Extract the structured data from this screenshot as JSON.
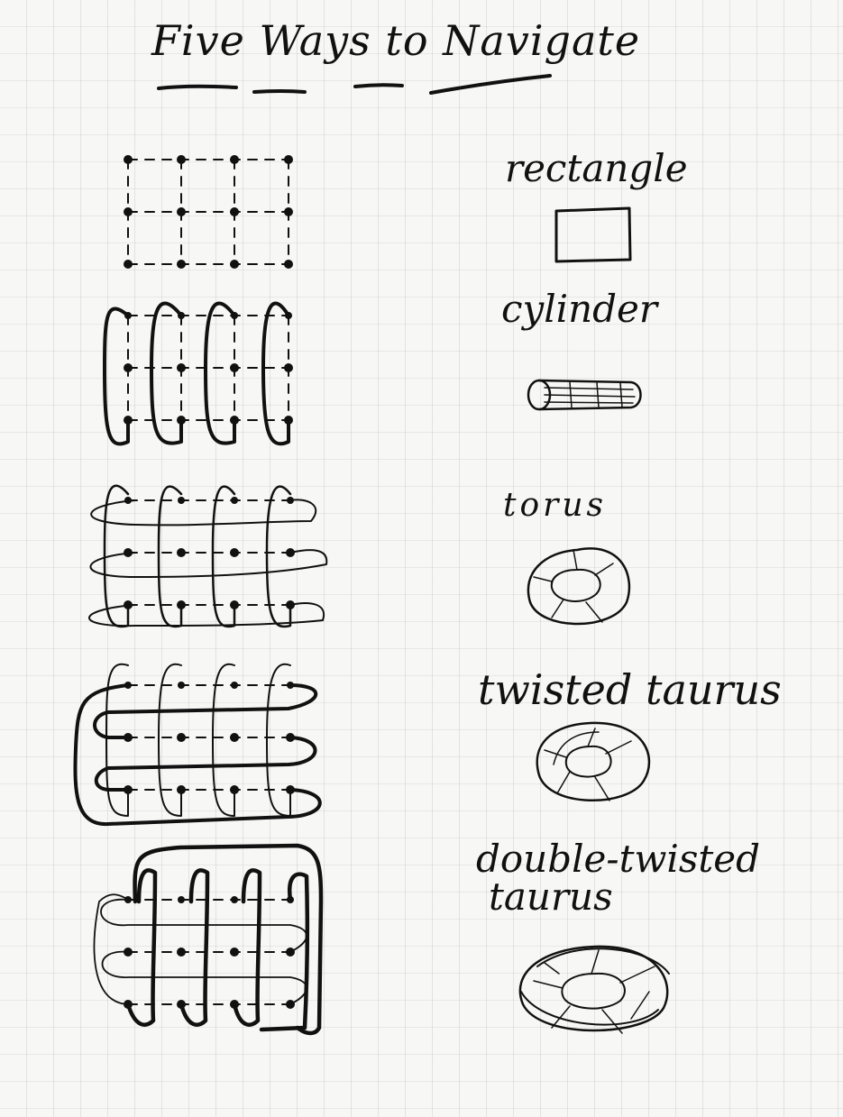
{
  "title": "Five Ways to Navigate",
  "shapes": [
    {
      "id": "rectangle",
      "label": "rectangle",
      "grid_rows": 3,
      "grid_cols": 4
    },
    {
      "id": "cylinder",
      "label": "cylinder",
      "grid_rows": 3,
      "grid_cols": 4
    },
    {
      "id": "torus",
      "label": "torus",
      "grid_rows": 3,
      "grid_cols": 4
    },
    {
      "id": "twisted-torus",
      "label": "twisted taurus",
      "grid_rows": 3,
      "grid_cols": 4
    },
    {
      "id": "double-twisted-torus",
      "label_line1": "double-twisted",
      "label_line2": "taurus",
      "grid_rows": 3,
      "grid_cols": 4
    }
  ],
  "colors": {
    "ink": "#111111",
    "paper": "#f7f7f5",
    "grid": "#bdbdbd"
  }
}
